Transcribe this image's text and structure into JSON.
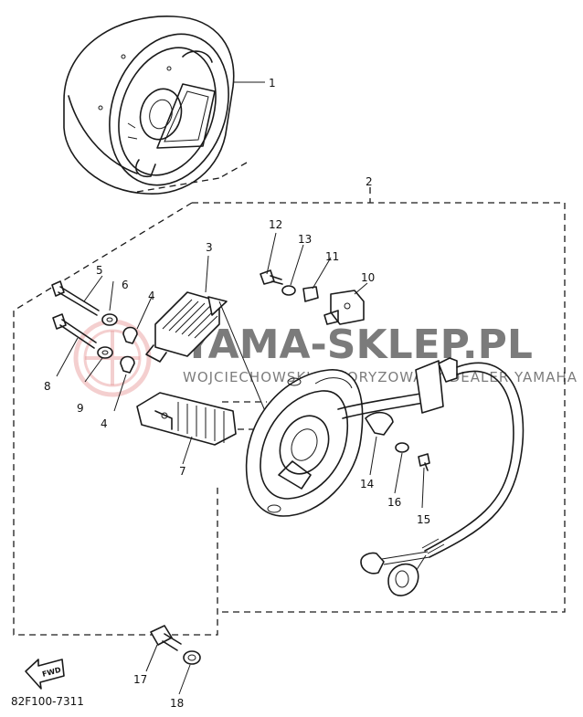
{
  "diagram": {
    "callouts": [
      {
        "id": "c1",
        "label": "1"
      },
      {
        "id": "c2",
        "label": "2"
      },
      {
        "id": "c3",
        "label": "3"
      },
      {
        "id": "c4a",
        "label": "4"
      },
      {
        "id": "c4b",
        "label": "4"
      },
      {
        "id": "c5",
        "label": "5"
      },
      {
        "id": "c6",
        "label": "6"
      },
      {
        "id": "c7",
        "label": "7"
      },
      {
        "id": "c8",
        "label": "8"
      },
      {
        "id": "c9",
        "label": "9"
      },
      {
        "id": "c10",
        "label": "10"
      },
      {
        "id": "c11",
        "label": "11"
      },
      {
        "id": "c12",
        "label": "12"
      },
      {
        "id": "c13",
        "label": "13"
      },
      {
        "id": "c14",
        "label": "14"
      },
      {
        "id": "c15",
        "label": "15"
      },
      {
        "id": "c16",
        "label": "16"
      },
      {
        "id": "c17",
        "label": "17"
      },
      {
        "id": "c18",
        "label": "18"
      }
    ],
    "part_code": "82F100-7311",
    "fwd_label": "FWD"
  },
  "watermark": {
    "main": "YAMA-SKLEP.PL",
    "sub": "WOJCIECHOWSKI AUTORYZOWANY DEALER YAMAHA"
  }
}
